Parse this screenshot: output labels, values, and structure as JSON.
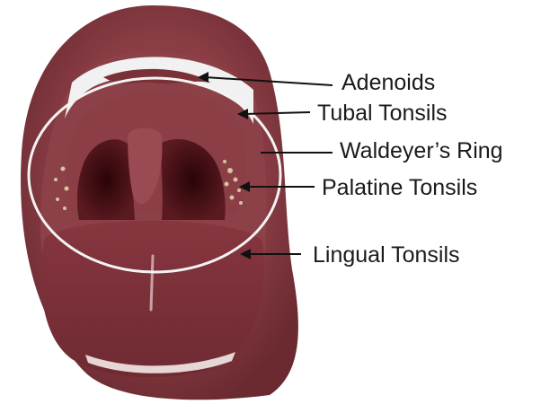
{
  "labels": {
    "adenoids": "Adenoids",
    "tubal_tonsils": "Tubal Tonsils",
    "waldeyers_ring": "Waldeyer’s Ring",
    "palatine_tonsils": "Palatine Tonsils",
    "lingual_tonsils": "Lingual Tonsils"
  },
  "colors": {
    "lip": "#7a3339",
    "mouth_inner": "#8c4149",
    "palate": "#8b3e46",
    "throat": "#3d0a10",
    "tongue": "#7d323a",
    "teeth": "#f1f1f1",
    "ring": "#f3f3f3",
    "arrow": "#111111"
  }
}
